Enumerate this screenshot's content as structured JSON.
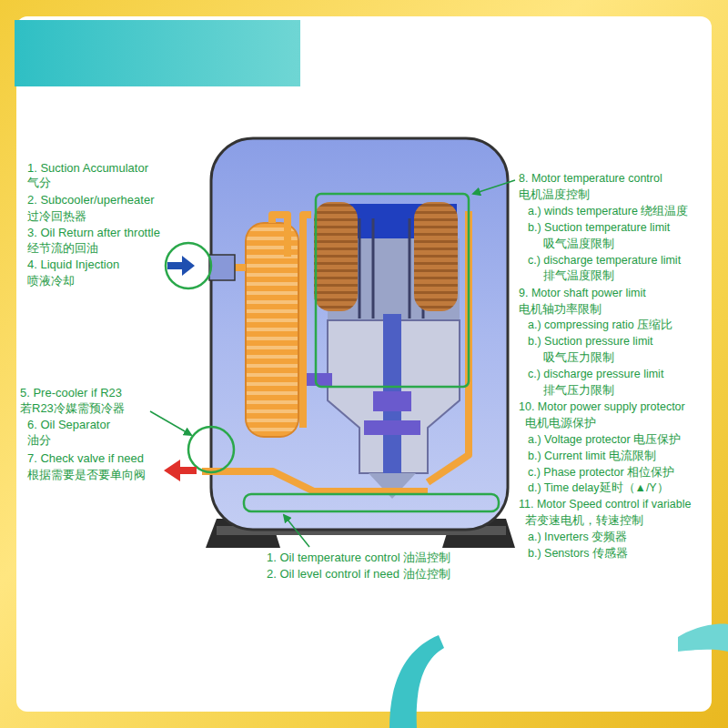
{
  "diagram": {
    "labels": [
      "1. Suction Accumulator",
      "气分",
      "2. Subcooler/uperheater",
      "过冷回热器",
      "3. Oil Return after throttle",
      "经节流的回油",
      "4. Liquid Injection",
      "喷液冷却",
      "5. Pre-cooler if R23",
      "若R23冷媒需预冷器",
      "6. Oil Separator",
      "油分",
      "7. Check valve if need",
      "根据需要是否要单向阀",
      "1. Oil temperature control 油温控制",
      "2. Oil level control if need 油位控制",
      "8. Motor temperature control",
      "电机温度控制",
      "a.) winds temperature 绕组温度",
      "b.) Suction temperature limit",
      "吸气温度限制",
      "c.) discharge temperature limit",
      "排气温度限制",
      "9. Motor shaft power limit",
      "电机轴功率限制",
      "a.) compressing ratio 压缩比",
      "b.) Suction pressure limit",
      "吸气压力限制",
      "c.) discharge pressure limit",
      "排气压力限制",
      "10. Motor power supply protector",
      "电机电源保护",
      "a.) Voltage protector 电压保护",
      "b.) Current limit 电流限制",
      "c.) Phase protector 相位保护",
      "d.) Time delay延时（▲/Y）",
      "11. Motor Speed control if variable",
      "若变速电机，转速控制",
      "a.) Inverters 变频器",
      "b.) Senstors 传感器"
    ]
  }
}
